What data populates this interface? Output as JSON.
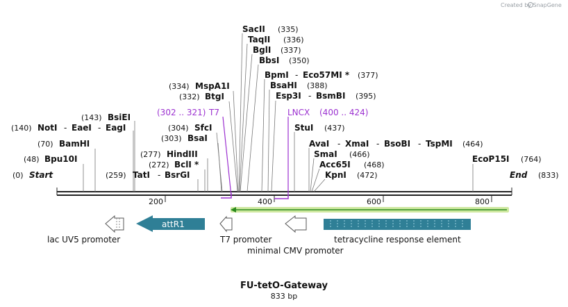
{
  "credit": "Created by SnapGene",
  "title": "FU-tetO-Gateway",
  "length_text": "833 bp",
  "ticks": [
    "200",
    "400",
    "600",
    "800"
  ],
  "sites": [
    {
      "pos": "(0)",
      "name": "Start",
      "italic": true
    },
    {
      "pos": "(48)",
      "name": "Bpu10I"
    },
    {
      "pos": "(70)",
      "name": "BamHI"
    },
    {
      "pos": "(140)",
      "name": "NotI",
      "extra": [
        "EaeI",
        "EagI"
      ]
    },
    {
      "pos": "(143)",
      "name": "BsiEI"
    },
    {
      "pos": "(259)",
      "name": "TatI",
      "extra": [
        "BsrGI"
      ]
    },
    {
      "pos": "(272)",
      "name": "BclI *"
    },
    {
      "pos": "(277)",
      "name": "HindIII"
    },
    {
      "pos": "(303)",
      "name": "BsaI"
    },
    {
      "pos": "(304)",
      "name": "SfcI"
    },
    {
      "pos": "(332)",
      "name": "BtgI"
    },
    {
      "pos": "(334)",
      "name": "MspA1I"
    },
    {
      "name": "SacII",
      "pos": "(335)"
    },
    {
      "name": "TaqII",
      "pos": "(336)"
    },
    {
      "name": "BglI",
      "pos": "(337)"
    },
    {
      "name": "BbsI",
      "pos": "(350)"
    },
    {
      "name": "BpmI",
      "extra": [
        "Eco57MI *"
      ],
      "pos": "(377)"
    },
    {
      "name": "BsaHI",
      "pos": "(388)"
    },
    {
      "name": "Esp3I",
      "extra": [
        "BsmBI"
      ],
      "pos": "(395)"
    },
    {
      "name": "StuI",
      "pos": "(437)"
    },
    {
      "name": "AvaI",
      "extra": [
        "XmaI",
        "BsoBI",
        "TspMI"
      ],
      "pos": "(464)"
    },
    {
      "name": "SmaI",
      "pos": "(466)"
    },
    {
      "name": "Acc65I",
      "pos": "(468)"
    },
    {
      "name": "KpnI",
      "pos": "(472)"
    },
    {
      "name": "EcoP15I",
      "pos": "(764)"
    },
    {
      "name": "End",
      "italic": true,
      "pos": "(833)"
    }
  ],
  "primers": [
    {
      "name": "T7",
      "range": "(302 .. 321)"
    },
    {
      "name": "LNCX",
      "range": "(400 .. 424)"
    }
  ],
  "features": [
    {
      "name": "lac UV5 promoter"
    },
    {
      "name": "attR1"
    },
    {
      "name": "T7 promoter"
    },
    {
      "name": "minimal CMV promoter"
    },
    {
      "name": "tetracycline response element"
    }
  ],
  "colors": {
    "attR1": "#2f7f96",
    "tre": "#2f7f96",
    "primer": "#9b30d0",
    "orf_fill": "#cfe8a0",
    "orf_arrow": "#2a8a1e",
    "backbone": "#222222"
  }
}
